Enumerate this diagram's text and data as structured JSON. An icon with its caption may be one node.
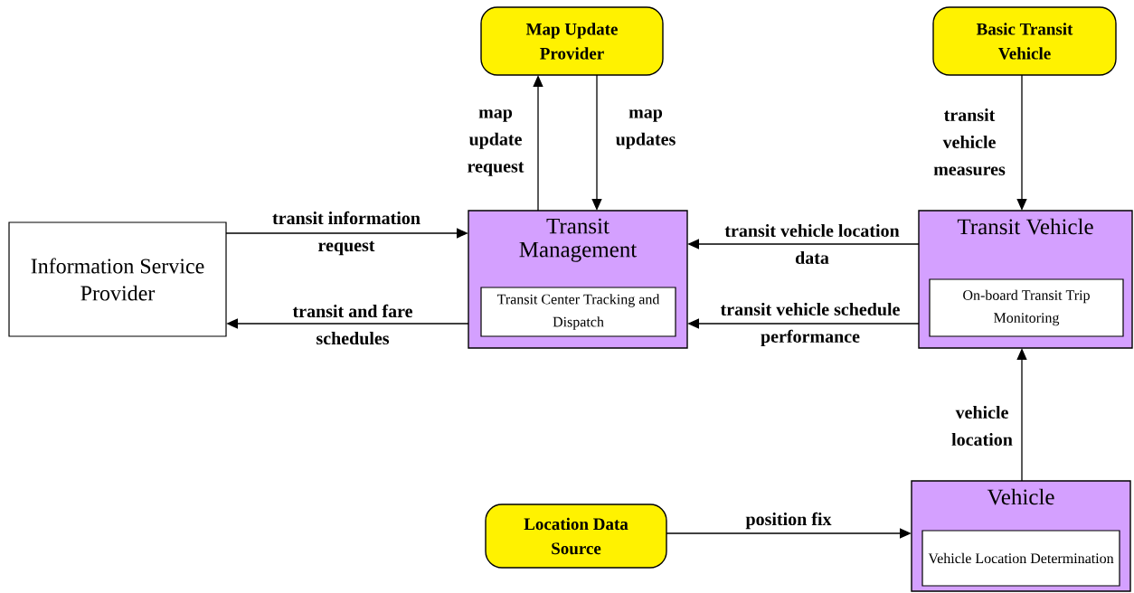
{
  "diagram": {
    "nodes": [
      {
        "text": [
          "Information Service Provider"
        ]
      },
      {
        "text": [
          "Map Update Provider"
        ]
      },
      {
        "text": [
          "Basic Transit Vehicle"
        ]
      },
      {
        "text": [
          "Transit Management"
        ]
      },
      {
        "text": [
          "Transit Center Tracking and Dispatch"
        ],
        "in": 3
      },
      {
        "text": [
          "Transit Vehicle"
        ]
      },
      {
        "text": [
          "On-board Transit Trip Monitoring"
        ],
        "in": 5
      },
      {
        "text": [
          "Location Data Source"
        ]
      },
      {
        "text": [
          "Vehicle"
        ]
      },
      {
        "text": [
          "Vehicle Location Determination"
        ],
        "in": 8
      }
    ],
    "edges": [
      {
        "from": 0,
        "to": 3,
        "arrow": "to",
        "label": "transit information request"
      },
      {
        "from": 3,
        "to": 0,
        "arrow": "to",
        "label": "transit and fare schedules"
      },
      {
        "from": 3,
        "to": 1,
        "arrow": "to",
        "label": "map update request"
      },
      {
        "from": 1,
        "to": 3,
        "arrow": "to",
        "label": "map updates"
      },
      {
        "from": 2,
        "to": 5,
        "arrow": "to",
        "label": "transit vehicle measures"
      },
      {
        "from": 5,
        "to": 3,
        "arrow": "to",
        "label": "transit vehicle location data"
      },
      {
        "from": 5,
        "to": 3,
        "arrow": "to",
        "label": "transit vehicle schedule performance"
      },
      {
        "from": 8,
        "to": 5,
        "arrow": "to",
        "label": "vehicle location"
      },
      {
        "from": 7,
        "to": 8,
        "arrow": "to",
        "label": "position fix"
      }
    ]
  }
}
